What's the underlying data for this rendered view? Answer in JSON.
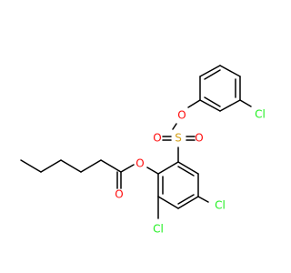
{
  "colors": {
    "background": "#ffffff",
    "bond": "#000000",
    "oxygen": "#ff0d0d",
    "sulfur": "#d4a017",
    "chlorine": "#1ff01f"
  },
  "atoms": {
    "o_sulfonate_ester": "O",
    "s_sulfonyl": "S",
    "o_sulfonyl_left": "O",
    "o_sulfonyl_right": "O",
    "o_ester": "O",
    "o_carbonyl": "O",
    "cl_phenyl": "Cl",
    "cl_left": "Cl",
    "cl_right": "Cl"
  }
}
